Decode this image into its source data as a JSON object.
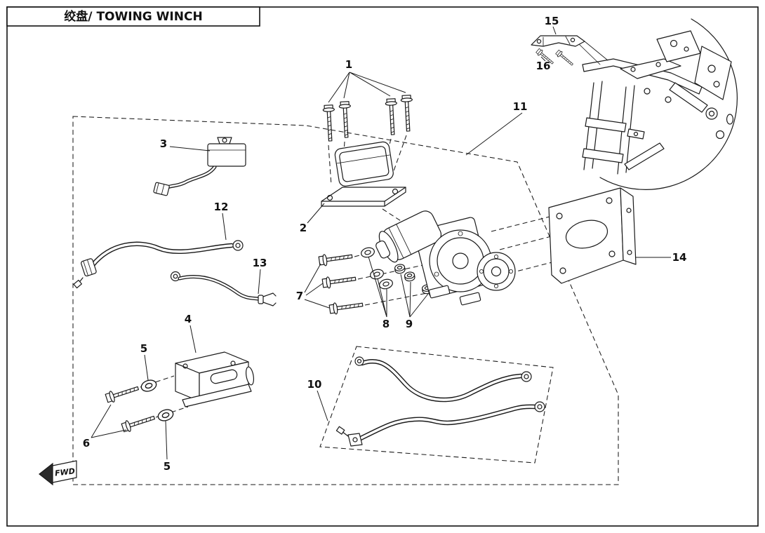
{
  "title": "绞盘/ TOWING WINCH",
  "fwd_label": "FWD",
  "colors": {
    "line": "#1a1a1a",
    "background": "#ffffff"
  },
  "callouts": [
    {
      "id": "1"
    },
    {
      "id": "2"
    },
    {
      "id": "3"
    },
    {
      "id": "4"
    },
    {
      "id": "5"
    },
    {
      "id": "5"
    },
    {
      "id": "6"
    },
    {
      "id": "7"
    },
    {
      "id": "8"
    },
    {
      "id": "9"
    },
    {
      "id": "10"
    },
    {
      "id": "11"
    },
    {
      "id": "12"
    },
    {
      "id": "13"
    },
    {
      "id": "14"
    },
    {
      "id": "15"
    },
    {
      "id": "16"
    }
  ]
}
